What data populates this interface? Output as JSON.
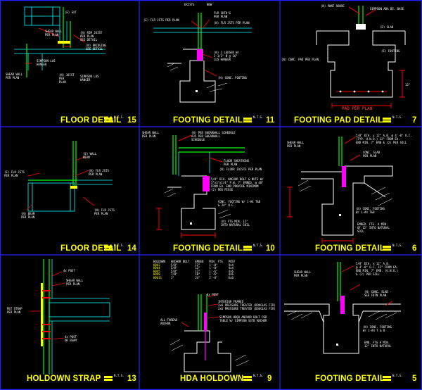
{
  "sheet": {
    "panels": [
      {
        "id": "floor-detail-15",
        "title": "FLOOR DETAIL",
        "number": "15",
        "scale": "N.T.S.",
        "notes": [
          "(E) EXT",
          "SHEAR WALL\nPER PLAN",
          "(N) RIM JOIST\nPER PLAN\nSEE DETAIL",
          "SIMPSON LUS\nHANGER",
          "SHEAR WALL\nPER PLAN",
          "(N) JOIST\nPER\nPLAN",
          "(N) BRIDGING\nSEE DETAIL",
          "SIMPSON LUS\nHANGER"
        ]
      },
      {
        "id": "footing-detail-11",
        "title": "FOOTING DETAIL",
        "number": "11",
        "scale": "N.T.S.",
        "notes": [
          "EXISTG",
          "NEW",
          "(E) FLR JSTS PER PLAN",
          "FLR SHTH'G\nPER PLAN",
          "(N) FLR JSTS PER PLAN",
          "(N) 2 LEDGER W/\n2-1/2\" Ø @ 16\"\nLUS HANGER",
          "(N) CONC. FOOTING"
        ]
      },
      {
        "id": "footing-pad-detail-7",
        "title": "FOOTING PAD  DETAIL",
        "number": "7",
        "scale": "N.T.S.",
        "notes": [
          "(N) PWNT ABOVE",
          "SIMPSON ABA BS. BASE",
          "(E) SLAB",
          "(E) FOOTING",
          "(N) CONC. PAD PER PLAN",
          "12\"",
          "PAD PER PLAN"
        ]
      },
      {
        "id": "floor-detail-14",
        "title": "FLOOR DETAIL",
        "number": "14",
        "scale": "N.T.S.",
        "notes": [
          "(E) WALL\nBEAM",
          "(N) FLR JSTS\nPER PLAN",
          "(E) FLR JSTS\nPER PLAN",
          "(N) BEAM\nPER PLAN",
          "(N) FLR JSTS\nPER PLAN"
        ]
      },
      {
        "id": "footing-detail-10",
        "title": "FOOTING DETAIL",
        "number": "10",
        "scale": "N.T.S.",
        "notes": [
          "SHEAR WALL\nPER PLAN",
          "(N) PER SHEARWALL SCHEDULE\nA35 PER SHEARWALL\nSCHEDULE",
          "FLOOR SHEATHING\nPER PLAN",
          "(N) FLOOR JOISTS PER PLAN",
          "5/8\" DIA. ANCHOR BOLT & NUTS W/\n3\"x3\"x1/4\" P.W. 7\" EMBED. @ 48\"\nFROM EA. END PROVIDE MINIMUM\n(2) PER PIECE",
          "CONC. FOOTING W/ 1-#4 T&B\n& 24\" O.C.",
          "(N) FTG MIN. 12\"\nINTO NATURAL SOIL"
        ]
      },
      {
        "id": "footing-detail-6",
        "title": "FOOTING DETAIL",
        "number": "6",
        "scale": "N.T.S.",
        "notes": [
          "SHEAR WALL\nPER PLAN",
          "5/8\" DIA. x 12\" A.B. @ 4'-0\" O.C.\n(TYP. U.N.O.) 12\" FROM EA.\nEND MIN. 7\" EMB & (2) PER SILL",
          "CONC. SLAB\nPER PLAN",
          "(N) CONC. FOOTING\nW/ 1-#4 T&B",
          "EMBED. FTG. A MIN.\nOF 12\" INTO NATURAL\nSOIL"
        ]
      },
      {
        "id": "holdown-strap-13",
        "title": "HOLDOWN STRAP",
        "number": "13",
        "scale": "N.T.S.",
        "notes": [
          "4x POST",
          "SHEAR WALL\nPER PLAN",
          "MST STRAP\nPER PLAN",
          "4x POST\nOR BEAM"
        ]
      },
      {
        "id": "hda-holdown-9",
        "title": "HDA HOLDOWN",
        "number": "9",
        "scale": "N.T.S.",
        "notes": [
          "4x POST",
          "INTERIOR FRAMED\n2x6 PRESSURE TREATED (DOUGLAS FIR)\n2x6 PRESSURE TREATED (DOUGLAS FIR)",
          "SIMPSON HDQ8 ANCHOR BOLT PER\nTABLE W/ SIMPSON SSTB ANCHOR",
          "ALL-THREAD\nANCHOR"
        ],
        "table": {
          "header": [
            "HOLDOWN",
            "ANCHOR BOLT",
            "EMBED",
            "MIN. FTG",
            "POST"
          ],
          "rows": [
            [
              "HDU2",
              "5/8\"",
              "12\"",
              "1'-0\"",
              "4x4"
            ],
            [
              "HDU4",
              "5/8\"",
              "12\"",
              "1'-0\"",
              "4x4"
            ],
            [
              "HDU5",
              "5/8\"",
              "12\"",
              "1'-6\"",
              "4x6"
            ],
            [
              "HDU8",
              "7/8\"",
              "18\"",
              "1'-6\"",
              "4x6"
            ],
            [
              "HDU11",
              "1\"",
              "24\"",
              "2'-0\"",
              "6x6"
            ]
          ]
        }
      },
      {
        "id": "footing-detail-5",
        "title": "FOOTING DETAIL",
        "number": "5",
        "scale": "N.T.S.",
        "notes": [
          "SHEAR WALL\nPER PLAN",
          "5/8\" DIA. x 12\" A.B.\n@ 4'-0\" O.C. 12\" FROM EA.\nEND MIN. 7\" EMB. (U.N.O.)\n& (2) PER SILL",
          "(N) CONC. SLAB -\nSEE FDTN PLAN",
          "(N) CONC. FOOTING\nW/ 1-#4 T & B",
          "EMB. FTG A MIN.\n12\" INTO NATURAL"
        ]
      }
    ]
  }
}
